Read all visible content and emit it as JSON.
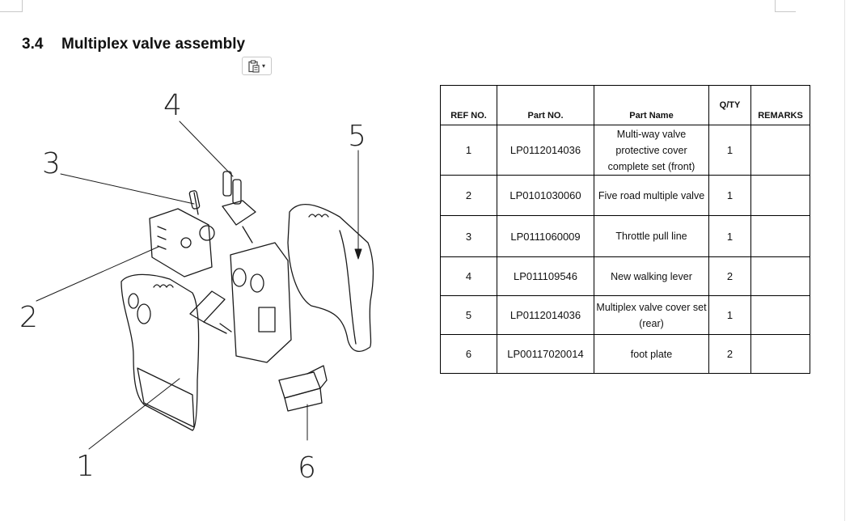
{
  "section": {
    "number": "3.4",
    "title": "Multiplex valve assembly"
  },
  "paste_options": {
    "icon": "clipboard-icon",
    "arrow": "▾"
  },
  "figure": {
    "callouts": [
      "1",
      "2",
      "3",
      "4",
      "5",
      "6"
    ]
  },
  "table": {
    "headers": {
      "ref": "REF NO.",
      "part_no": "Part NO.",
      "name": "Part Name",
      "qty": "Q/TY",
      "remarks": "REMARKS"
    },
    "rows": [
      {
        "ref": "1",
        "part_no": "LP0112014036",
        "name": "Multi-way valve protective cover complete set (front)",
        "qty": "1",
        "remarks": ""
      },
      {
        "ref": "2",
        "part_no": "LP0101030060",
        "name": "Five road multiple valve",
        "qty": "1",
        "remarks": ""
      },
      {
        "ref": "3",
        "part_no": "LP0111060009",
        "name": "Throttle pull line",
        "qty": "1",
        "remarks": ""
      },
      {
        "ref": "4",
        "part_no": "LP011109546",
        "name": "New walking lever",
        "qty": "2",
        "remarks": ""
      },
      {
        "ref": "5",
        "part_no": "LP0112014036",
        "name": "Multiplex valve cover set (rear)",
        "qty": "1",
        "remarks": ""
      },
      {
        "ref": "6",
        "part_no": "LP00117020014",
        "name": "foot plate",
        "qty": "2",
        "remarks": ""
      }
    ]
  }
}
